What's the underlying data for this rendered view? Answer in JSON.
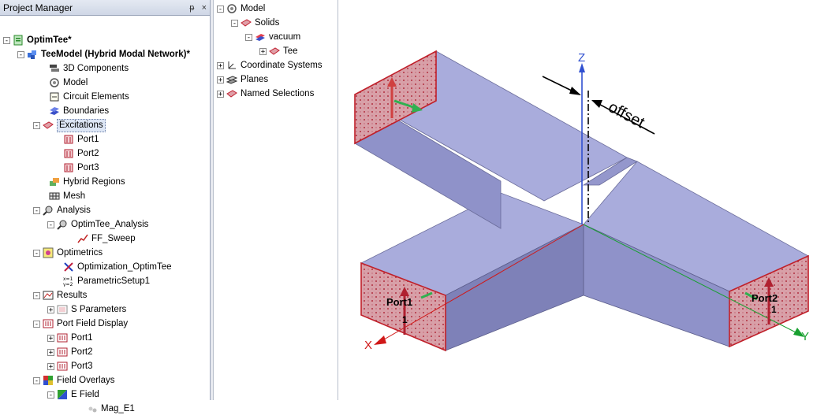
{
  "project_manager": {
    "title": "Project Manager",
    "pin_glyph": "ᵽ",
    "close_glyph": "×",
    "items": [
      {
        "label": "OptimTee*",
        "bold": true
      },
      {
        "label": "TeeModel (Hybrid Modal Network)*",
        "bold": true
      },
      {
        "label": "3D Components"
      },
      {
        "label": "Model"
      },
      {
        "label": "Circuit Elements"
      },
      {
        "label": "Boundaries"
      },
      {
        "label": "Excitations"
      },
      {
        "label": "Port1"
      },
      {
        "label": "Port2"
      },
      {
        "label": "Port3"
      },
      {
        "label": "Hybrid Regions"
      },
      {
        "label": "Mesh"
      },
      {
        "label": "Analysis"
      },
      {
        "label": "OptimTee_Analysis"
      },
      {
        "label": "FF_Sweep"
      },
      {
        "label": "Optimetrics"
      },
      {
        "label": "Optimization_OptimTee"
      },
      {
        "label": "ParametricSetup1"
      },
      {
        "label": "Results"
      },
      {
        "label": "S Parameters"
      },
      {
        "label": "Port Field Display"
      },
      {
        "label": "Port1"
      },
      {
        "label": "Port2"
      },
      {
        "label": "Port3"
      },
      {
        "label": "Field Overlays"
      },
      {
        "label": "E Field"
      },
      {
        "label": "Mag_E1"
      }
    ]
  },
  "model_tree": {
    "items": [
      {
        "label": "Model"
      },
      {
        "label": "Solids"
      },
      {
        "label": "vacuum"
      },
      {
        "label": "Tee"
      },
      {
        "label": "Coordinate Systems"
      },
      {
        "label": "Planes"
      },
      {
        "label": "Named Selections"
      }
    ]
  },
  "viewport": {
    "axis_z": "Z",
    "axis_x": "X",
    "axis_y": "Y",
    "offset_label": "offset",
    "port1_label": "Port1",
    "port1_num": "1",
    "port2_label": "Port2",
    "port2_num": "1"
  },
  "colors": {
    "body_fill": "#9fa2d6",
    "port_red": "#c0202a",
    "axis_blue": "#3050d0",
    "axis_green": "#18a030",
    "axis_red": "#d01818"
  }
}
